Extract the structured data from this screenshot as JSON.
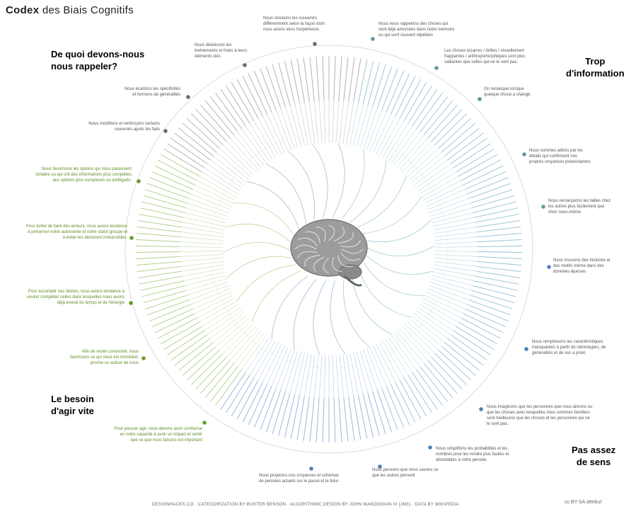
{
  "title": {
    "bold": "Codex",
    "rest": "des Biais Cognitifs"
  },
  "quadrants": [
    {
      "key": "memory",
      "lines": [
        "De quoi devons-nous",
        "nous rappeler?"
      ],
      "color": "#7a7a7a"
    },
    {
      "key": "info",
      "lines": [
        "Trop",
        "d'information"
      ],
      "color": "#5a9aa0"
    },
    {
      "key": "act",
      "lines": [
        "Le besoin",
        "d'agir vite"
      ],
      "color": "#6a9a2a"
    },
    {
      "key": "sense",
      "lines": [
        "Pas assez",
        "de sens"
      ],
      "color": "#4d80b8"
    }
  ],
  "categories": [
    {
      "text": "Nous stockons les souvenirs différemment selon la façon dont nous avons vécu l'expérience.",
      "color": "#6b6b6b"
    },
    {
      "text": "Nous déduisons les événements et listes à leurs éléments clés",
      "color": "#6b6b6b"
    },
    {
      "text": "Nous écartons les spécificités et formons de généralités",
      "color": "#6b6b6b"
    },
    {
      "text": "Nous modifions et renforçons certains souvenirs après les faits",
      "color": "#6b6b6b"
    },
    {
      "text": "Nous nous rappelons des choses qui sont déjà amorcées dans notre mémoire ou qui sont souvent répétées",
      "color": "#5a9aa0"
    },
    {
      "text": "Les choses bizarres / drôles / visuellement frappantes / anthropomorphiques sont plus saillantes que celles qui ne le sont pas.",
      "color": "#5a9aa0"
    },
    {
      "text": "On remarque lorsque quelque chose a changé.",
      "color": "#5a9aa0"
    },
    {
      "text": "Nous sommes attirés par les détails qui confirment nos propres croyances préexistantes",
      "color": "#5a9aa0"
    },
    {
      "text": "Nous remarquons les failles chez les autres plus facilement que chez nous-même",
      "color": "#5a9aa0"
    },
    {
      "text": "Nous favorisons les options qui nous paraissent simples ou qui ont des informations plus complètes aux options plus complexes ou ambiguës.",
      "color": "#6a9a2a"
    },
    {
      "text": "Pour éviter de faire des erreurs, nous avons tendance à préserver notre autonomie et notre statut groupe et à éviter les décisions irréversibles.",
      "color": "#6a9a2a"
    },
    {
      "text": "Pour accomplir nos tâches, nous avons tendance à vouloir compléter celles dans lesquelles nous avons déjà investi du temps et de l'énergie",
      "color": "#6a9a2a"
    },
    {
      "text": "Afin de rester concentré, nous favorisons ce qui nous est immédiat, proche ou autour de nous",
      "color": "#6a9a2a"
    },
    {
      "text": "Pour pouvoir agir, nous devons avoir confiance en notre capacité à avoir un impact et sentir que ce que nous faisons est important",
      "color": "#6a9a2a"
    },
    {
      "text": "Nous trouvons des histoires et des motifs même dans des données éparses",
      "color": "#4d80b8"
    },
    {
      "text": "Nous remplissons les caractéristiques manquantes à partir de stéréotypes, de généralités et de vos a priori.",
      "color": "#4d80b8"
    },
    {
      "text": "Nous imaginons que les personnes que nous aimons ou que les choses avec lesquelles nous sommes familiers sont meilleures que les choses et les personnes qui ne le sont pas.",
      "color": "#4d80b8"
    },
    {
      "text": "Nous simplifions les probabilités et les nombres pour les rendre plus faciles et abordables à notre pensée.",
      "color": "#4d80b8"
    },
    {
      "text": "Nous pensons que nous savons ce que les autres pensent",
      "color": "#4d80b8"
    },
    {
      "text": "Nous projetons nos croyances et schémas de pensées actuels sur le passé et le futur.",
      "color": "#4d80b8"
    }
  ],
  "footer": "DESIGNHACKS.CO · CATEGORIZATION BY BUSTER BENSON · ALGORITHMIC DESIGN BY JOHN MANOOGIAN III (JM3) · DATA BY WIKIPEDIA",
  "license": "cc BY-SA attribut"
}
